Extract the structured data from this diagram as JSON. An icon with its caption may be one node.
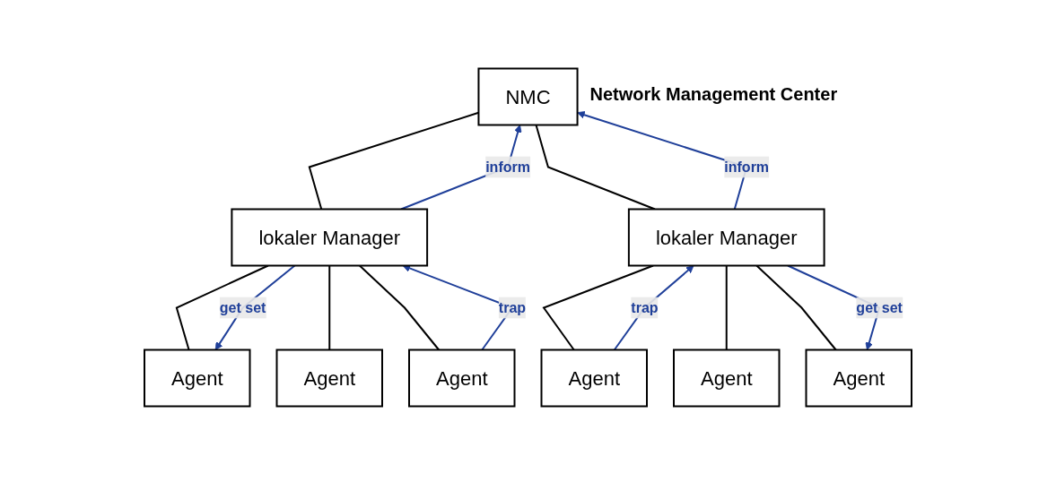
{
  "diagram": {
    "nodes": [
      {
        "text": [
          "NMC"
        ],
        "beside": [
          "Network Management Center"
        ]
      },
      {
        "text": [
          "lokaler Manager"
        ]
      },
      {
        "text": [
          "lokaler Manager"
        ]
      },
      {
        "text": [
          "Agent"
        ]
      },
      {
        "text": [
          "Agent"
        ]
      },
      {
        "text": [
          "Agent"
        ]
      },
      {
        "text": [
          "Agent"
        ]
      },
      {
        "text": [
          "Agent"
        ]
      },
      {
        "text": [
          "Agent"
        ]
      }
    ],
    "edges": [
      {
        "from": 0,
        "to": 1,
        "arrow": "none"
      },
      {
        "from": 0,
        "to": 2,
        "arrow": "none"
      },
      {
        "from": 1,
        "to": 3,
        "arrow": "none"
      },
      {
        "from": 1,
        "to": 4,
        "arrow": "none"
      },
      {
        "from": 1,
        "to": 5,
        "arrow": "none"
      },
      {
        "from": 2,
        "to": 6,
        "arrow": "none"
      },
      {
        "from": 2,
        "to": 7,
        "arrow": "none"
      },
      {
        "from": 2,
        "to": 8,
        "arrow": "none"
      },
      {
        "from": 1,
        "to": 0,
        "arrow": "to",
        "label": "inform",
        "color": "#1f3f99"
      },
      {
        "from": 2,
        "to": 0,
        "arrow": "to",
        "label": "inform",
        "color": "#1f3f99"
      },
      {
        "from": 1,
        "to": 3,
        "arrow": "to",
        "label": "get set",
        "color": "#1f3f99"
      },
      {
        "from": 5,
        "to": 1,
        "arrow": "to",
        "label": "trap",
        "color": "#1f3f99"
      },
      {
        "from": 6,
        "to": 2,
        "arrow": "to",
        "label": "trap",
        "color": "#1f3f99"
      },
      {
        "from": 2,
        "to": 8,
        "arrow": "to",
        "label": "get set",
        "color": "#1f3f99"
      }
    ]
  }
}
